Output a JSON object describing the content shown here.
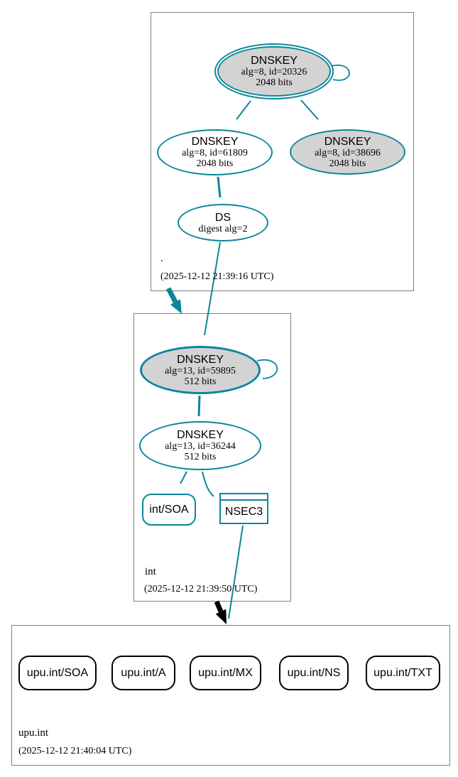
{
  "colors": {
    "secure": "#0a879a",
    "insecure": "#000000",
    "sep_fill": "#d3d3d3",
    "box_border": "#7f7f7f"
  },
  "zones": {
    "root": {
      "name": ".",
      "timestamp": "(2025-12-12 21:39:16 UTC)",
      "nodes": {
        "ksk_20326": {
          "title": "DNSKEY",
          "detail1": "alg=8, id=20326",
          "detail2": "2048 bits"
        },
        "zsk_61809": {
          "title": "DNSKEY",
          "detail1": "alg=8, id=61809",
          "detail2": "2048 bits"
        },
        "key_38696": {
          "title": "DNSKEY",
          "detail1": "alg=8, id=38696",
          "detail2": "2048 bits"
        },
        "ds": {
          "title": "DS",
          "detail1": "digest alg=2"
        }
      }
    },
    "int": {
      "name": "int",
      "timestamp": "(2025-12-12 21:39:50 UTC)",
      "nodes": {
        "ksk_59895": {
          "title": "DNSKEY",
          "detail1": "alg=13, id=59895",
          "detail2": "512 bits"
        },
        "zsk_36244": {
          "title": "DNSKEY",
          "detail1": "alg=13, id=36244",
          "detail2": "512 bits"
        },
        "soa": {
          "label": "int/SOA"
        },
        "nsec3": {
          "label": "NSEC3"
        }
      }
    },
    "upu_int": {
      "name": "upu.int",
      "timestamp": "(2025-12-12 21:40:04 UTC)",
      "rrsets": [
        {
          "label": "upu.int/SOA"
        },
        {
          "label": "upu.int/A"
        },
        {
          "label": "upu.int/MX"
        },
        {
          "label": "upu.int/NS"
        },
        {
          "label": "upu.int/TXT"
        }
      ]
    }
  }
}
